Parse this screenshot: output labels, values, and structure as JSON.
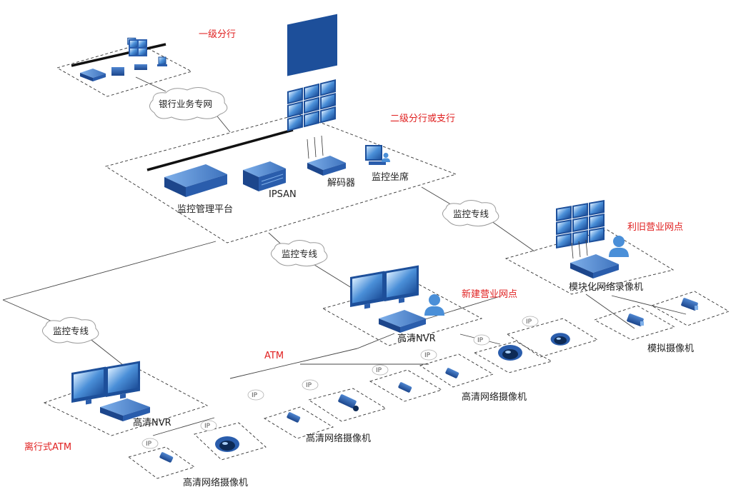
{
  "regions": {
    "level1_branch": "一级分行",
    "level2_branch": "二级分行或支行",
    "reused_outlet": "利旧营业网点",
    "new_outlet": "新建营业网点",
    "atm": "ATM",
    "offsite_atm": "离行式ATM"
  },
  "networks": {
    "bank_network": "银行业务专网",
    "line_center": "监控专线",
    "line_right": "监控专线",
    "line_left": "监控专线"
  },
  "devices": {
    "mgmt_platform": "监控管理平台",
    "ipsan": "IPSAN",
    "decoder": "解码器",
    "console": "监控坐席",
    "modular_dvr": "模块化网络录像机",
    "analog_camera": "模拟摄像机",
    "nvr_new": "高清NVR",
    "nvr_atm": "高清NVR",
    "hd_cam_outlet": "高清网络摄像机",
    "hd_cam_atm": "高清网络摄像机",
    "hd_cam_offsite": "高清网络摄像机"
  },
  "ip_label": "IP",
  "colors": {
    "device_blue": "#2a5dac",
    "accent_red": "#e02020",
    "cloud_border": "#9a9a9a"
  }
}
